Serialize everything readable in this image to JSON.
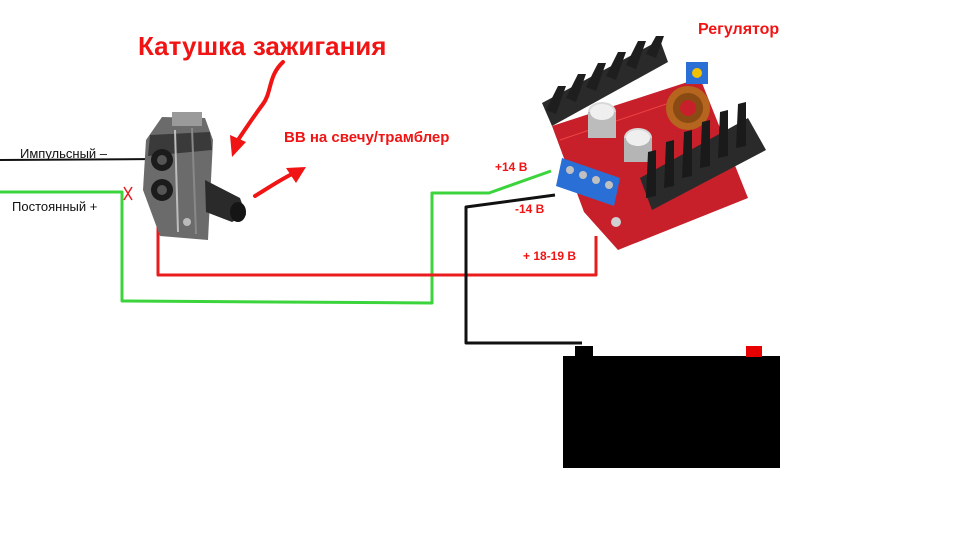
{
  "labels": {
    "coil_title": "Катушка зажигания",
    "regulator": "Регулятор",
    "hv_output": "ВВ на свечу/трамблер",
    "impulse_wire": "Импульсный –",
    "constant_wire": "Постоянный +",
    "plus14": "+14 В",
    "minus14": "-14 В",
    "plus18_19": "+ 18-19 В"
  },
  "colors": {
    "label_red": "#f01414",
    "wire_red": "#e81c1c",
    "wire_green": "#3cd43c",
    "wire_black": "#111111",
    "battery": "#000000",
    "battery_terminal": "#e80000",
    "board_red": "#c8202a",
    "terminal_blue": "#2a6fd6"
  },
  "components": {
    "coil": "ignition-coil",
    "regulator": "dc-dc-boost-converter",
    "battery": "battery"
  }
}
